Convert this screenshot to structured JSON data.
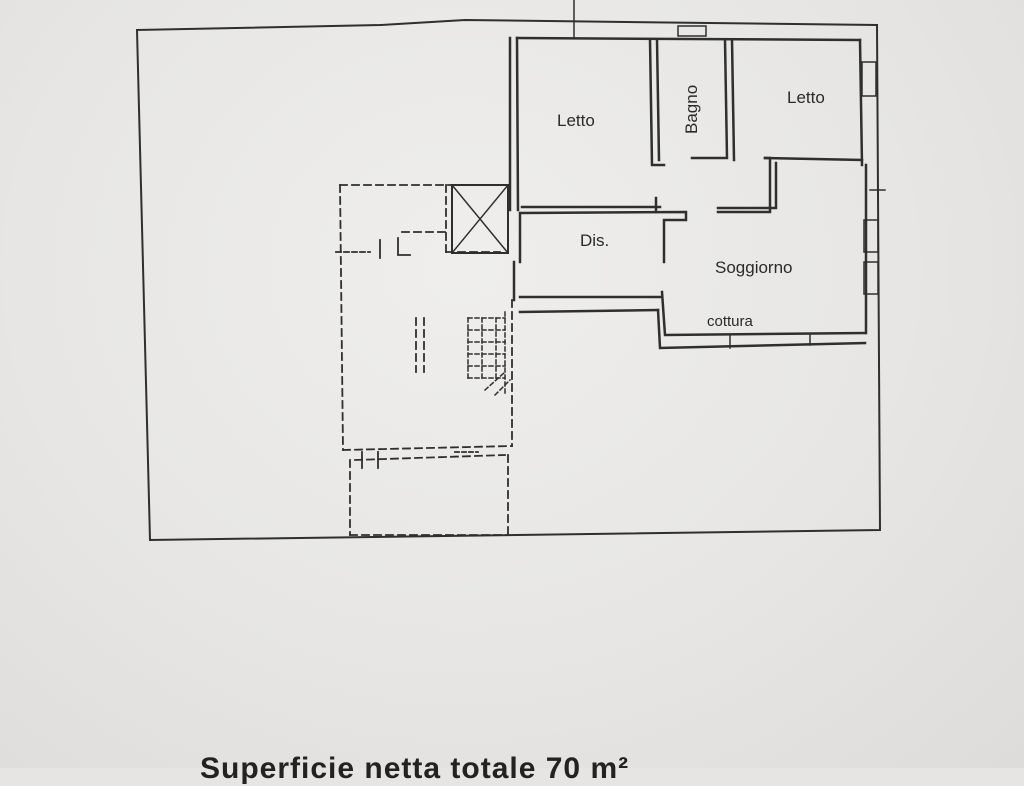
{
  "rooms": {
    "letto_1": "Letto",
    "bagno": "Bagno",
    "letto_2": "Letto",
    "dis": "Dis.",
    "soggiorno": "Soggiorno",
    "cottura": "cottura"
  },
  "caption": "Superficie netta totale 70 m²",
  "colors": {
    "paper": "#e9e8e6",
    "ink": "#2b2b2b"
  }
}
